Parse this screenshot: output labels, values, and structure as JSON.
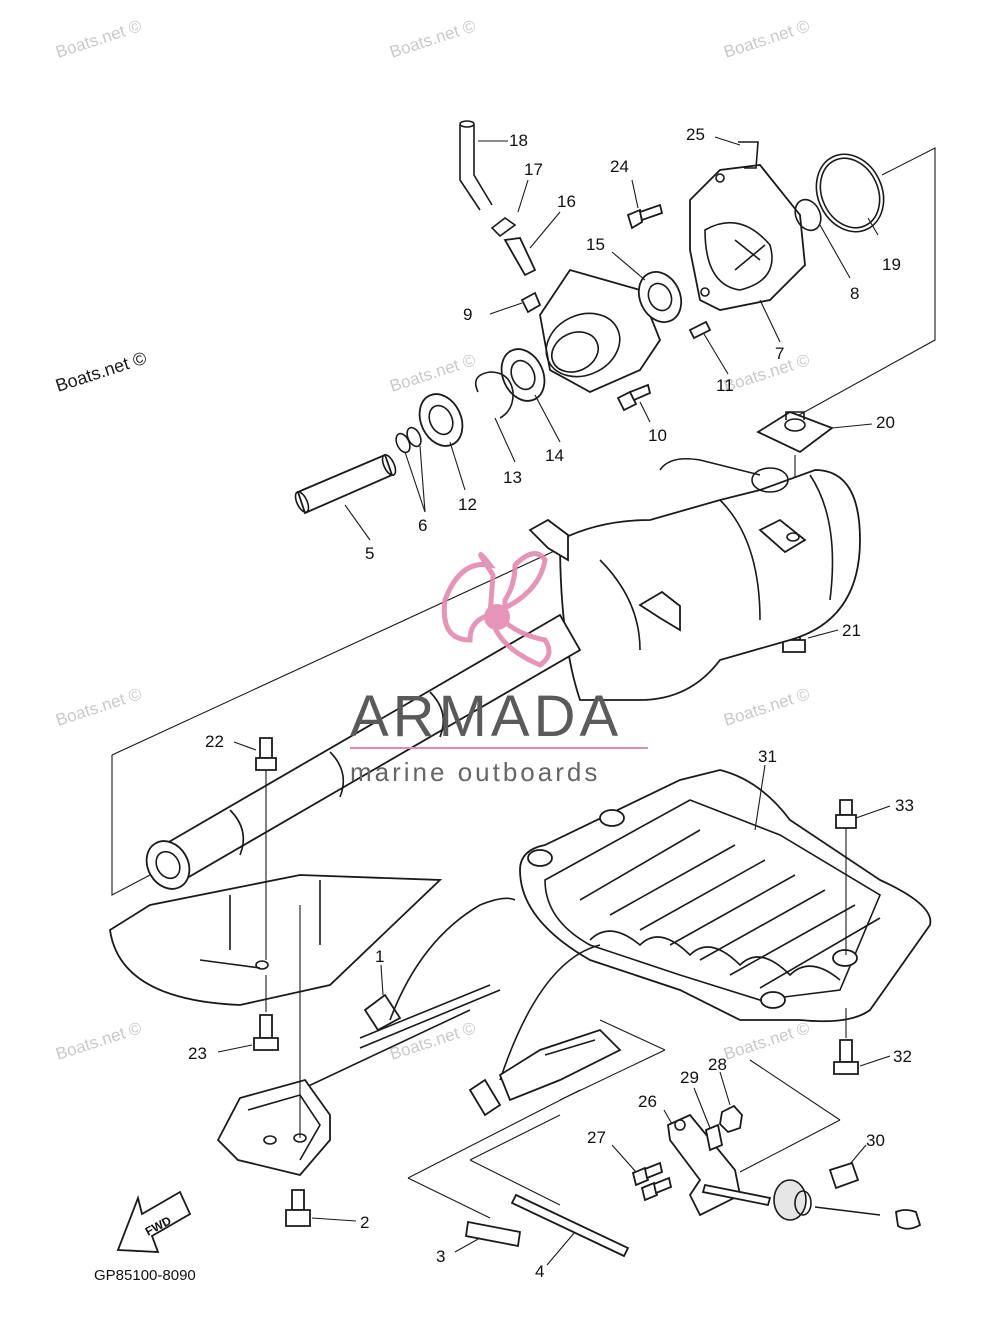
{
  "watermarks": {
    "boats_net": "Boats.net ©"
  },
  "logo": {
    "brand": "ARMADA",
    "tagline": "marine outboards",
    "accent_color": "#e38ab0"
  },
  "figure_code": "GP85100-8090",
  "fwd_label": "FWD",
  "callouts": [
    "1",
    "2",
    "3",
    "4",
    "5",
    "6",
    "7",
    "8",
    "9",
    "10",
    "11",
    "12",
    "13",
    "14",
    "15",
    "16",
    "17",
    "18",
    "19",
    "20",
    "21",
    "22",
    "23",
    "24",
    "25",
    "26",
    "27",
    "28",
    "29",
    "30",
    "31",
    "32",
    "33"
  ]
}
